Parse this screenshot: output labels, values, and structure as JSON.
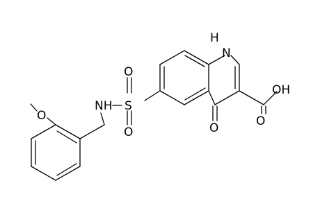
{
  "molecule": {
    "labels": {
      "nh_ring": "H",
      "n_ring": "N",
      "oh": "OH",
      "o_carbonyl_acid": "O",
      "o_keto": "O",
      "s": "S",
      "o_sulfonyl_top": "O",
      "o_sulfonyl_bottom": "O",
      "nh_amide": "NH",
      "o_methoxy": "O"
    }
  }
}
